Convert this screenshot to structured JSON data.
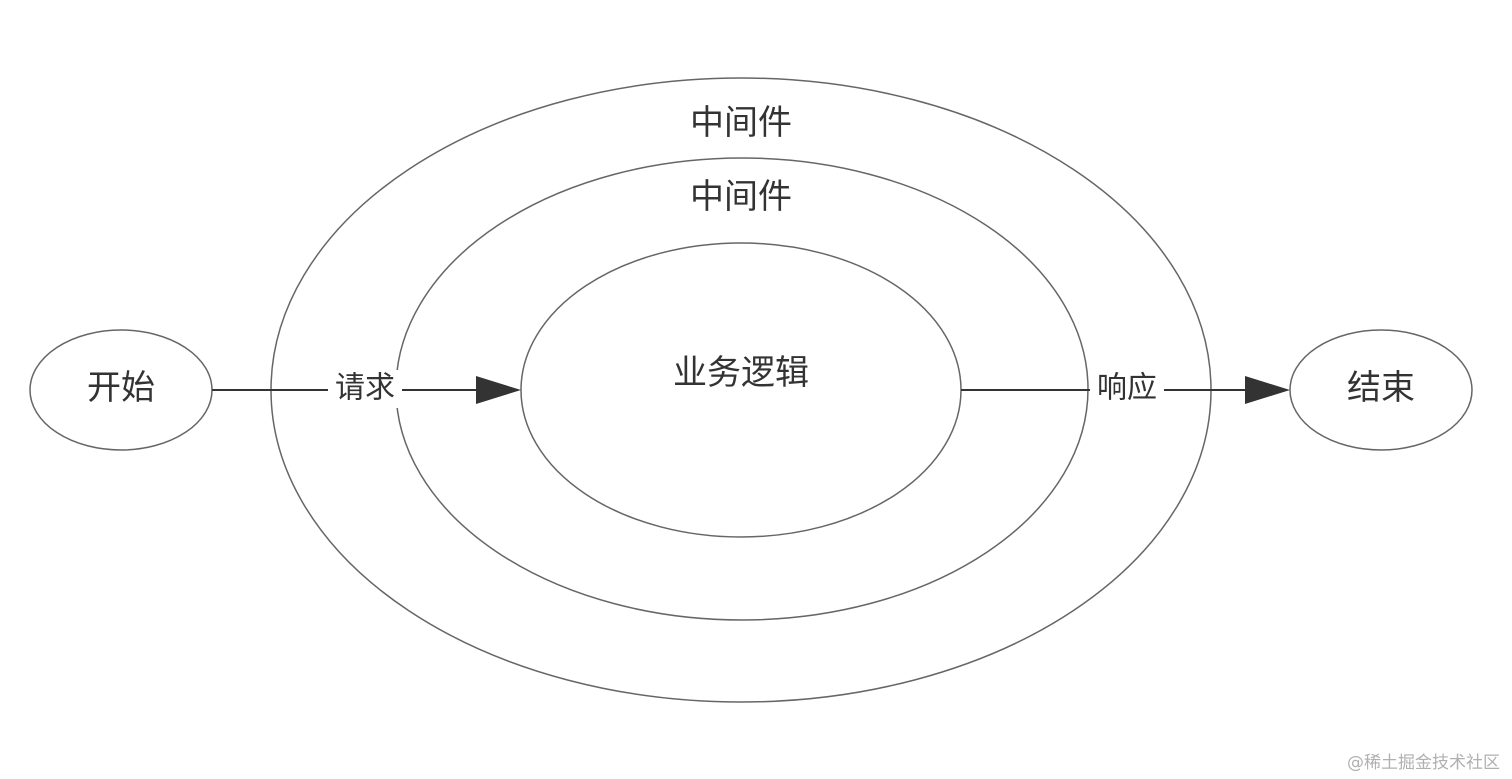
{
  "nodes": {
    "start": "开始",
    "end": "结束",
    "outer_middleware": "中间件",
    "inner_middleware": "中间件",
    "business_logic": "业务逻辑"
  },
  "edges": {
    "request": "请求",
    "response": "响应"
  },
  "watermark": "@稀土掘金技术社区",
  "colors": {
    "stroke": "#555555",
    "text": "#333333",
    "arrow": "#333333"
  }
}
